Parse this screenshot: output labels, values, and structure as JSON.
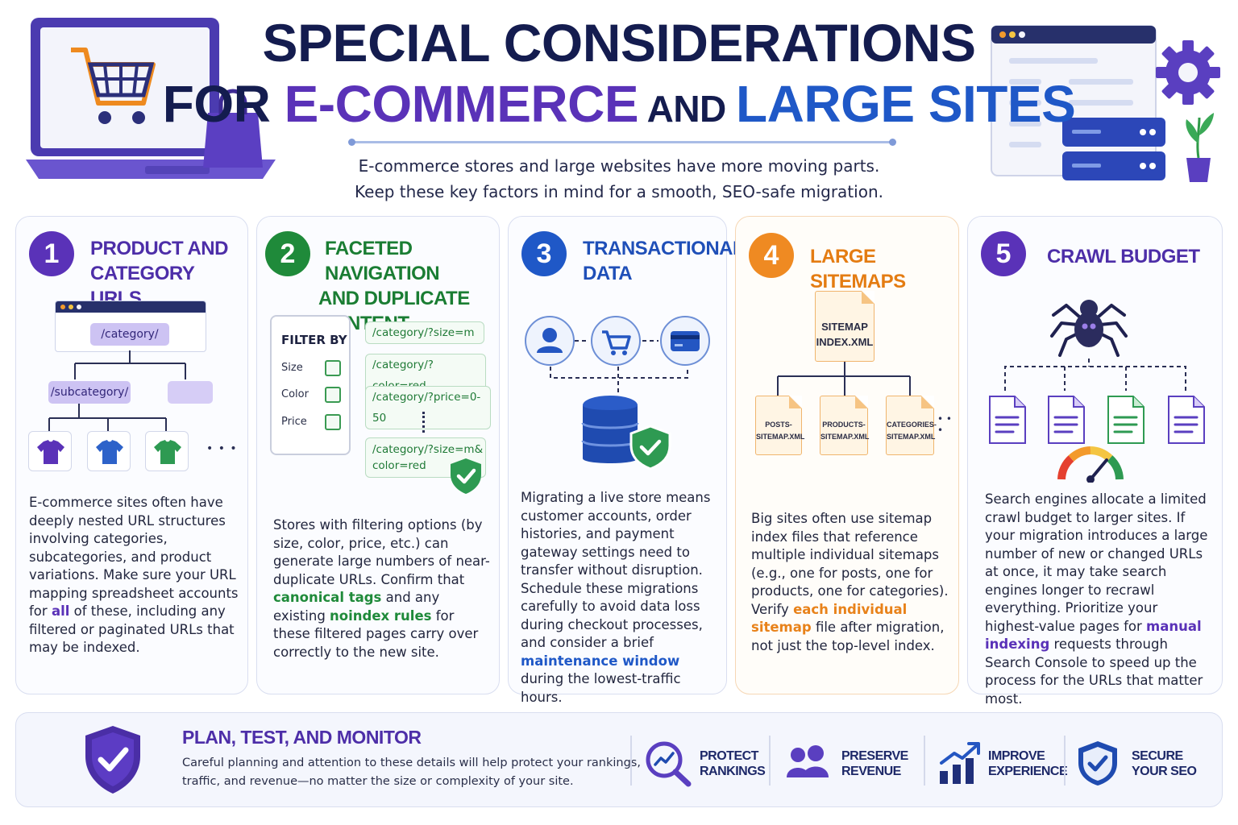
{
  "header": {
    "title_line1": "SPECIAL CONSIDERATIONS",
    "title_for": "FOR ",
    "title_ecommerce": "E-COMMERCE",
    "title_and": " AND ",
    "title_large": "LARGE SITES",
    "intro_line1": "E-commerce stores and large websites have more moving parts.",
    "intro_line2": "Keep these key factors in mind for a smooth, SEO-safe migration."
  },
  "cards": [
    {
      "number": "1",
      "title_line1": "PRODUCT AND",
      "title_line2": "CATEGORY URLS",
      "diagram": {
        "category": "/category/",
        "subcategory": "/subcategory/",
        "more": "• • •"
      },
      "body": [
        {
          "t": "E-commerce sites often have deeply nested URL structures involving categories, subcategories, and product variations. Make sure your URL mapping spreadsheet accounts for "
        },
        {
          "t": "all",
          "hl": true
        },
        {
          "t": " of these, including any filtered or paginated URLs that may be indexed."
        }
      ]
    },
    {
      "number": "2",
      "title_line1": "FACETED NAVIGATION",
      "title_line2": "AND DUPLICATE CONTENT",
      "filter": {
        "heading": "FILTER BY",
        "options": [
          "Size",
          "Color",
          "Price"
        ]
      },
      "urls": [
        "/category/?size=m",
        "/category/?color=red",
        "/category/?price=0-50",
        "/category/?size=m&",
        "color=red"
      ],
      "body": [
        {
          "t": "Stores with filtering options (by size, color, price, etc.) can generate large numbers of near-duplicate URLs. Confirm that "
        },
        {
          "t": "canonical tags",
          "hl": true
        },
        {
          "t": " and any existing "
        },
        {
          "t": "noindex rules",
          "hl": true
        },
        {
          "t": " for these filtered pages carry over correctly to the new site."
        }
      ]
    },
    {
      "number": "3",
      "title_line1": "TRANSACTIONAL",
      "title_line2": "DATA",
      "body": [
        {
          "t": "Migrating a live store means customer accounts, order histories, and payment gateway settings need to transfer without disruption. Schedule these migrations carefully to avoid data loss during checkout processes, and consider a brief "
        },
        {
          "t": "maintenance window",
          "hl": true
        },
        {
          "t": " during the lowest-traffic hours."
        }
      ]
    },
    {
      "number": "4",
      "title_line1": "LARGE SITEMAPS",
      "sitemap": {
        "index_line1": "SITEMAP",
        "index_line2": "INDEX.XML",
        "children": [
          {
            "line1": "POSTS-",
            "line2": "SITEMAP.XML"
          },
          {
            "line1": "PRODUCTS-",
            "line2": "SITEMAP.XML"
          },
          {
            "line1": "CATEGORIES-",
            "line2": "SITEMAP.XML"
          }
        ],
        "more": "• • •"
      },
      "body": [
        {
          "t": "Big sites often use sitemap index files that reference multiple individual sitemaps (e.g., one for posts, one for products, one for categories). Verify "
        },
        {
          "t": "each individual sitemap",
          "hl": true
        },
        {
          "t": " file after migration, not just the top-level index."
        }
      ]
    },
    {
      "number": "5",
      "title_line1": "CRAWL BUDGET",
      "body": [
        {
          "t": "Search engines allocate a limited crawl budget to larger sites. If your migration introduces a large number of new or changed URLs at once, it may take search engines longer to recrawl everything. Prioritize your highest-value pages for "
        },
        {
          "t": "manual indexing",
          "hl": true
        },
        {
          "t": " requests through Search Console to speed up the process for the URLs that matter most."
        }
      ]
    }
  ],
  "banner": {
    "title": "PLAN, TEST, AND MONITOR",
    "text_line1": "Careful planning and attention to these details will help protect your rankings,",
    "text_line2": "traffic, and revenue—no matter the size or complexity of your site.",
    "items": [
      {
        "line1": "PROTECT",
        "line2": "RANKINGS",
        "icon": "magnifier-chart-icon"
      },
      {
        "line1": "PRESERVE",
        "line2": "REVENUE",
        "icon": "people-icon"
      },
      {
        "line1": "IMPROVE",
        "line2": "EXPERIENCE",
        "icon": "growth-chart-icon"
      },
      {
        "line1": "SECURE",
        "line2": "YOUR SEO",
        "icon": "shield-check-icon"
      }
    ]
  },
  "colors": {
    "navy": "#141c4f",
    "purple": "#5a32b8",
    "blue": "#1f58c7",
    "green": "#1f8a3a",
    "orange": "#ef8a22"
  }
}
